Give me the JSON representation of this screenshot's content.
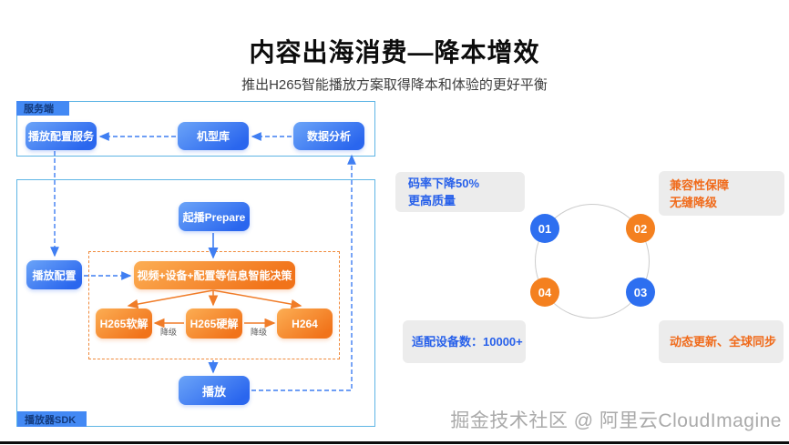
{
  "title": "内容出海消费—降本增效",
  "subtitle": "推出H265智能播放方案取得降本和体验的更好平衡",
  "server_panel": {
    "tab": "服务端",
    "nodes": {
      "config_service": "播放配置服务",
      "model_library": "机型库",
      "data_analysis": "数据分析"
    }
  },
  "sdk_panel": {
    "tab": "播放器SDK",
    "nodes": {
      "prepare": "起播Prepare",
      "play_config": "播放配置",
      "decision": "视频+设备+配置等信息智能决策",
      "h265_soft": "H265软解",
      "h265_hard": "H265硬解",
      "h264": "H264",
      "play": "播放"
    },
    "edge_labels": {
      "downgrade_left": "降级",
      "downgrade_right": "降级"
    }
  },
  "benefits": {
    "badges": [
      {
        "number": "01",
        "color": "#2d6ff0"
      },
      {
        "number": "02",
        "color": "#f4801f"
      },
      {
        "number": "03",
        "color": "#2d6ff0"
      },
      {
        "number": "04",
        "color": "#f4801f"
      }
    ],
    "cards": [
      {
        "lines": [
          "码率下降50%",
          "更高质量"
        ],
        "color": "#2760ea"
      },
      {
        "lines": [
          "兼容性保障",
          "无缝降级"
        ],
        "color": "#f06a1a"
      },
      {
        "lines": [
          "动态更新、全球同步"
        ],
        "color": "#f06a1a"
      },
      {
        "lines": [
          "适配设备数：10000+"
        ],
        "color": "#2760ea"
      }
    ]
  },
  "watermark": "掘金技术社区 @ 阿里云CloudImagine",
  "colors": {
    "node_blue": "#2a66ee",
    "node_orange": "#f1731a",
    "panel_border": "#5fb5e5",
    "arrow_blue": "#3f7ef2",
    "arrow_orange": "#f07c28"
  }
}
